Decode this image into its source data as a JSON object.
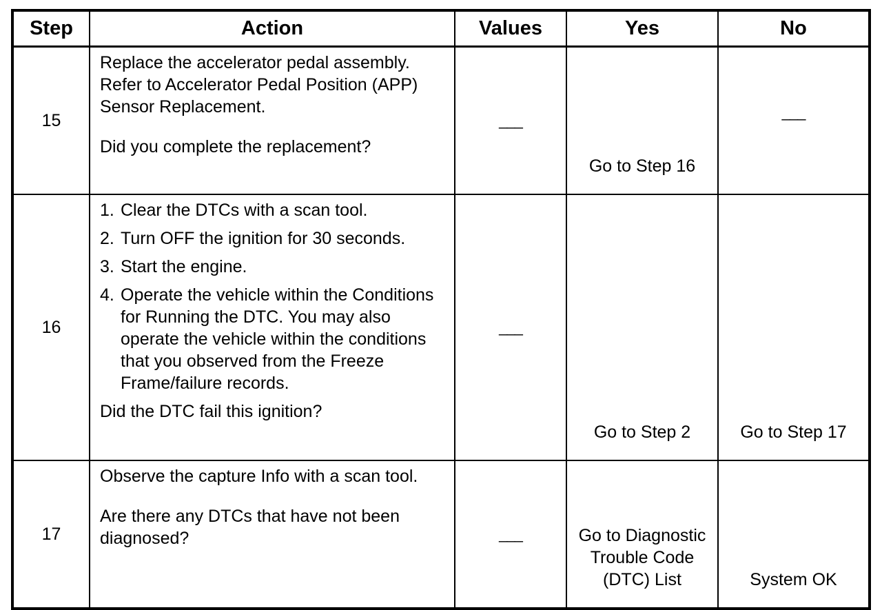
{
  "headers": {
    "step": "Step",
    "action": "Action",
    "values": "Values",
    "yes": "Yes",
    "no": "No"
  },
  "rows": [
    {
      "step": "15",
      "action_lines": [
        "Replace the accelerator pedal assembly. Refer to Accelerator Pedal Position (APP) Sensor Replacement."
      ],
      "question": "Did you complete the replacement?",
      "values": "___",
      "yes": "Go to Step 16",
      "no": "___"
    },
    {
      "step": "16",
      "steps": [
        {
          "num": "1.",
          "text": "Clear the DTCs with a scan tool."
        },
        {
          "num": "2.",
          "text": "Turn OFF the ignition for 30 seconds."
        },
        {
          "num": "3.",
          "text": "Start the engine."
        },
        {
          "num": "4.",
          "text": "Operate the vehicle within the Conditions for Running the DTC. You may also operate the vehicle within the conditions that you observed from the Freeze Frame/failure records."
        }
      ],
      "question": "Did the DTC fail this ignition?",
      "values": "___",
      "yes": "Go to Step 2",
      "no": "Go to Step 17"
    },
    {
      "step": "17",
      "action_lines": [
        "Observe the capture Info with a scan tool."
      ],
      "question": "Are there any DTCs that have not been diagnosed?",
      "values": "___",
      "yes": "Go to Diagnostic Trouble Code (DTC) List",
      "no": "System OK"
    }
  ]
}
